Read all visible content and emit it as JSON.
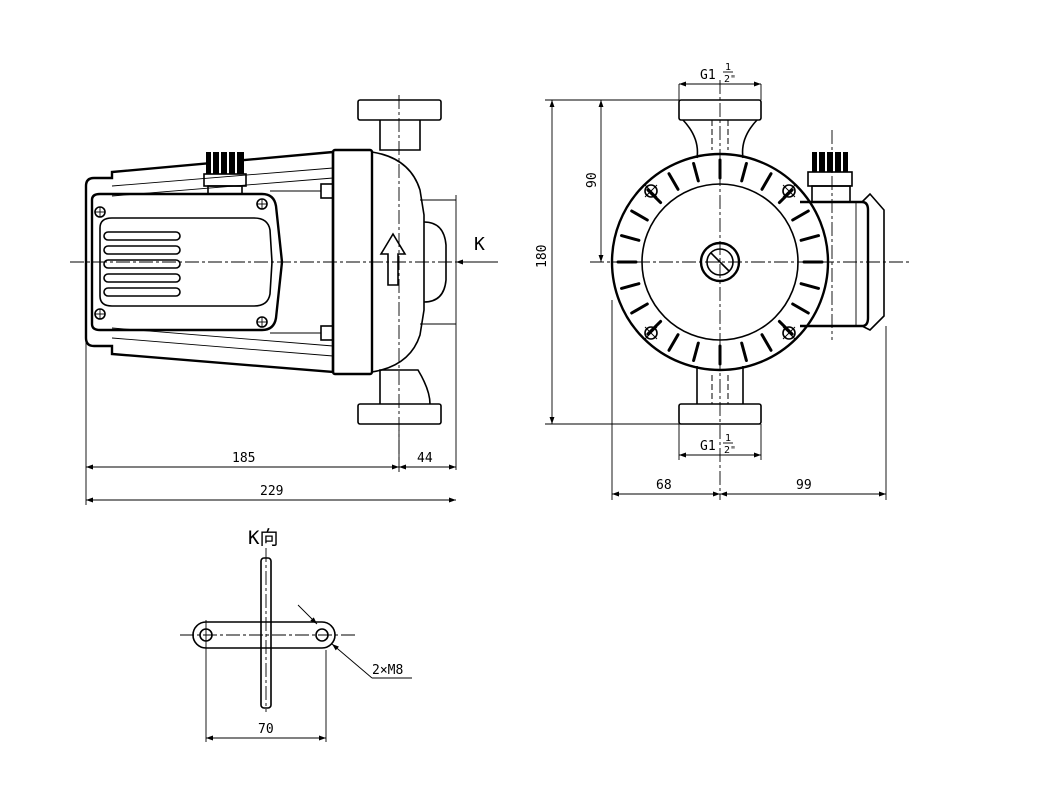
{
  "dimensions": {
    "side_length_185": "185",
    "side_length_44": "44",
    "side_length_229": "229",
    "front_height_180": "180",
    "front_height_90": "90",
    "front_width_68": "68",
    "front_width_99": "99",
    "thread_top": "G1",
    "thread_bottom": "G1",
    "thread_frac_num": "1",
    "thread_frac_den": "2\"",
    "k_view_width": "70",
    "bolt_spec": "2×M8"
  },
  "labels": {
    "view_arrow": "K",
    "k_view_title": "K向"
  }
}
